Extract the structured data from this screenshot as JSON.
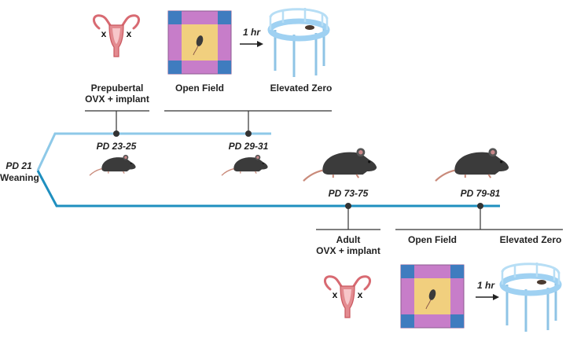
{
  "start": {
    "day": "PD 21",
    "event": "Weaning"
  },
  "prepubertal": {
    "surgery": [
      "Prepubertal",
      "OVX + implant"
    ],
    "open_field": "Open Field",
    "elevated_zero": "Elevated Zero",
    "interval": "1 hr",
    "surgery_age": "PD 23-25",
    "testing_age": "PD 29-31"
  },
  "adult": {
    "surgery": [
      "Adult",
      "OVX + implant"
    ],
    "open_field": "Open Field",
    "elevated_zero": "Elevated Zero",
    "interval": "1 hr",
    "surgery_age": "PD 73-75",
    "testing_age": "PD 79-81"
  },
  "colors": {
    "prepubertal_line": "#8ec9e8",
    "adult_line": "#1f8fbf",
    "bracket": "#333333",
    "arena_outer": "#c77dc9",
    "arena_inner": "#f1cf7e",
    "arena_corner": "#3f7cbf",
    "maze": "#9fd1f2",
    "uterus": "#d86a72",
    "mouse": "#3b3b3b"
  },
  "icons": [
    "uterus-icon",
    "open-field-arena-icon",
    "elevated-zero-maze-icon",
    "mouse-icon",
    "arrow-right-icon"
  ]
}
